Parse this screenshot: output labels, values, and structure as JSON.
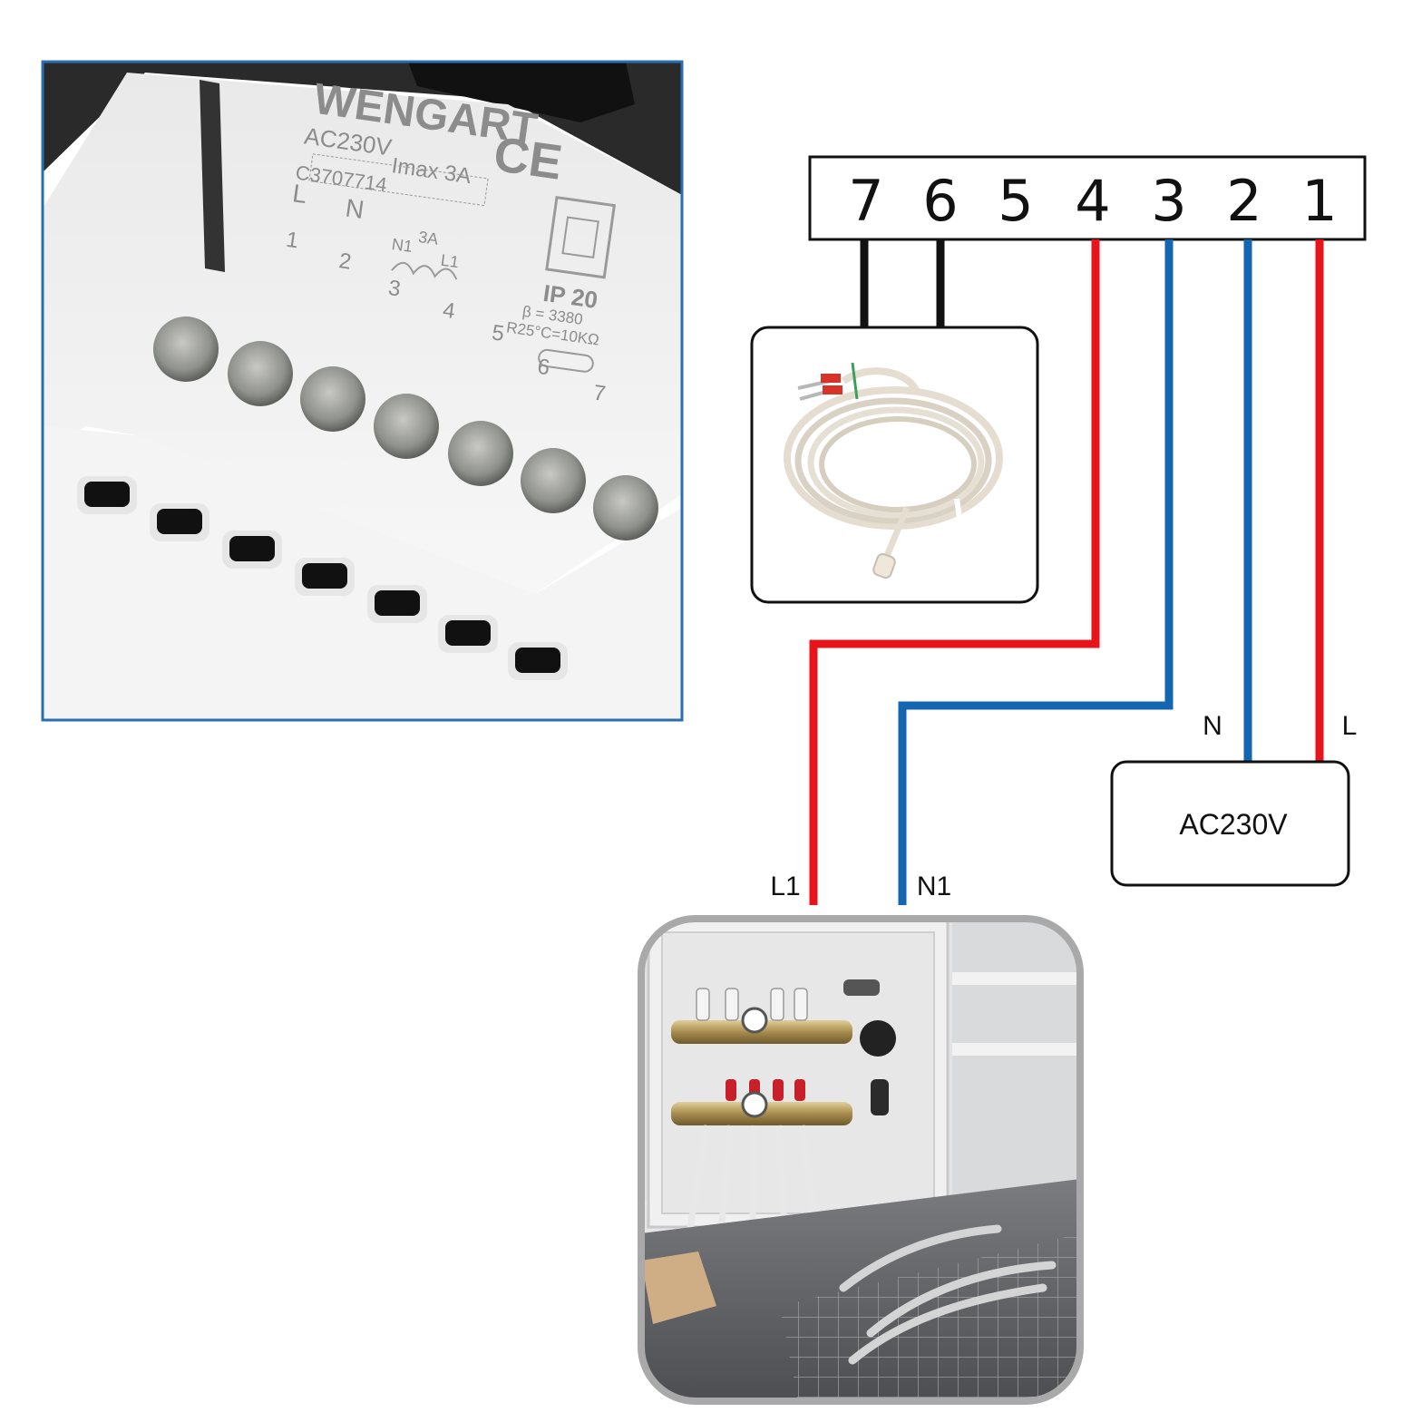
{
  "colors": {
    "live": "#e8141b",
    "neutral": "#1466b0",
    "sensor": "#111111",
    "frame_blue": "#2a6db1"
  },
  "terminal_block": {
    "numbers": [
      "7",
      "6",
      "5",
      "4",
      "3",
      "2",
      "1"
    ]
  },
  "device_label": {
    "brand": "WENGART",
    "voltage": "AC230V",
    "current": "Imax 3A",
    "serial": "C3707714",
    "ce_mark": "CE",
    "ip_rating": "IP 20",
    "beta": "β = 3380",
    "resistance": "R25°C=10KΩ",
    "relay_current": "3A",
    "pin_l": "L",
    "pin_n": "N",
    "pin_n1": "N1",
    "pin_l1": "L1",
    "pin_numbers": [
      "1",
      "2",
      "3",
      "4",
      "5",
      "6",
      "7"
    ]
  },
  "wiring": {
    "label_n": "N",
    "label_l": "L",
    "label_l1": "L1",
    "label_n1": "N1",
    "power_box": "AC230V"
  },
  "icons": {
    "sensor": "ntc-sensor-cable-icon",
    "manifold": "floor-heating-manifold-icon"
  }
}
